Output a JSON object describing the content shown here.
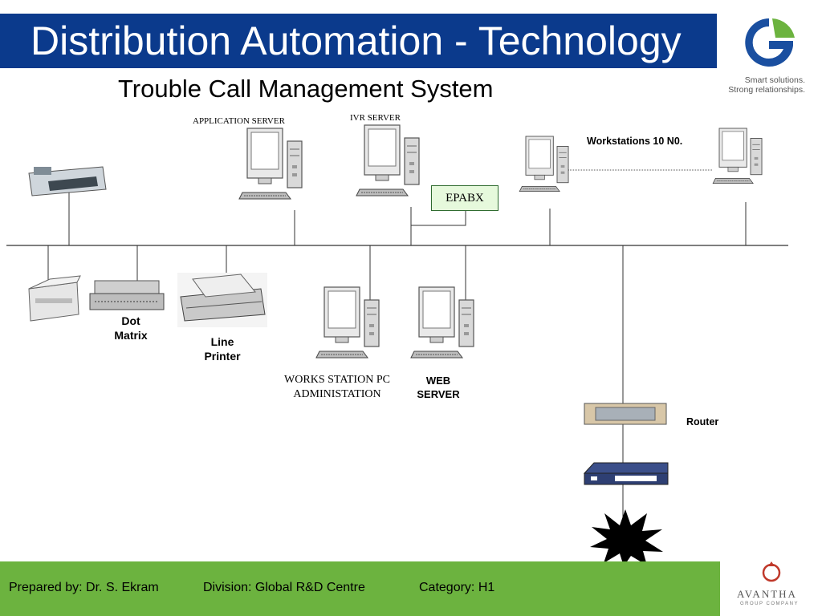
{
  "header": {
    "title": "Distribution Automation - Technology",
    "subtitle": "Trouble Call Management System"
  },
  "logo": {
    "tagline_line1": "Smart solutions.",
    "tagline_line2": "Strong relationships."
  },
  "nodes": {
    "application_server": "APPLICATION SERVER",
    "ivr_server": "IVR SERVER",
    "epabx": "EPABX",
    "workstations": "Workstations 10 N0.",
    "dot_matrix_line1": "Dot",
    "dot_matrix_line2": "Matrix",
    "line_printer_line1": "Line",
    "line_printer_line2": "Printer",
    "works_station_line1": "WORKS STATION PC",
    "works_station_line2": "ADMINISTATION",
    "web_server_line1": "WEB",
    "web_server_line2": "SERVER",
    "router": "Router"
  },
  "footer": {
    "prepared_by": "Prepared by: Dr. S. Ekram",
    "division": "Division: Global R&D Centre",
    "category": "Category: H1",
    "company_name": "AVANTHA",
    "company_sub": "GROUP COMPANY"
  },
  "colors": {
    "title_bar": "#0b3a8c",
    "footer_bar": "#6cb33f",
    "epabx_fill": "#e6f9dc",
    "logo_blue": "#1a4fa0",
    "logo_green": "#6cb33f"
  }
}
